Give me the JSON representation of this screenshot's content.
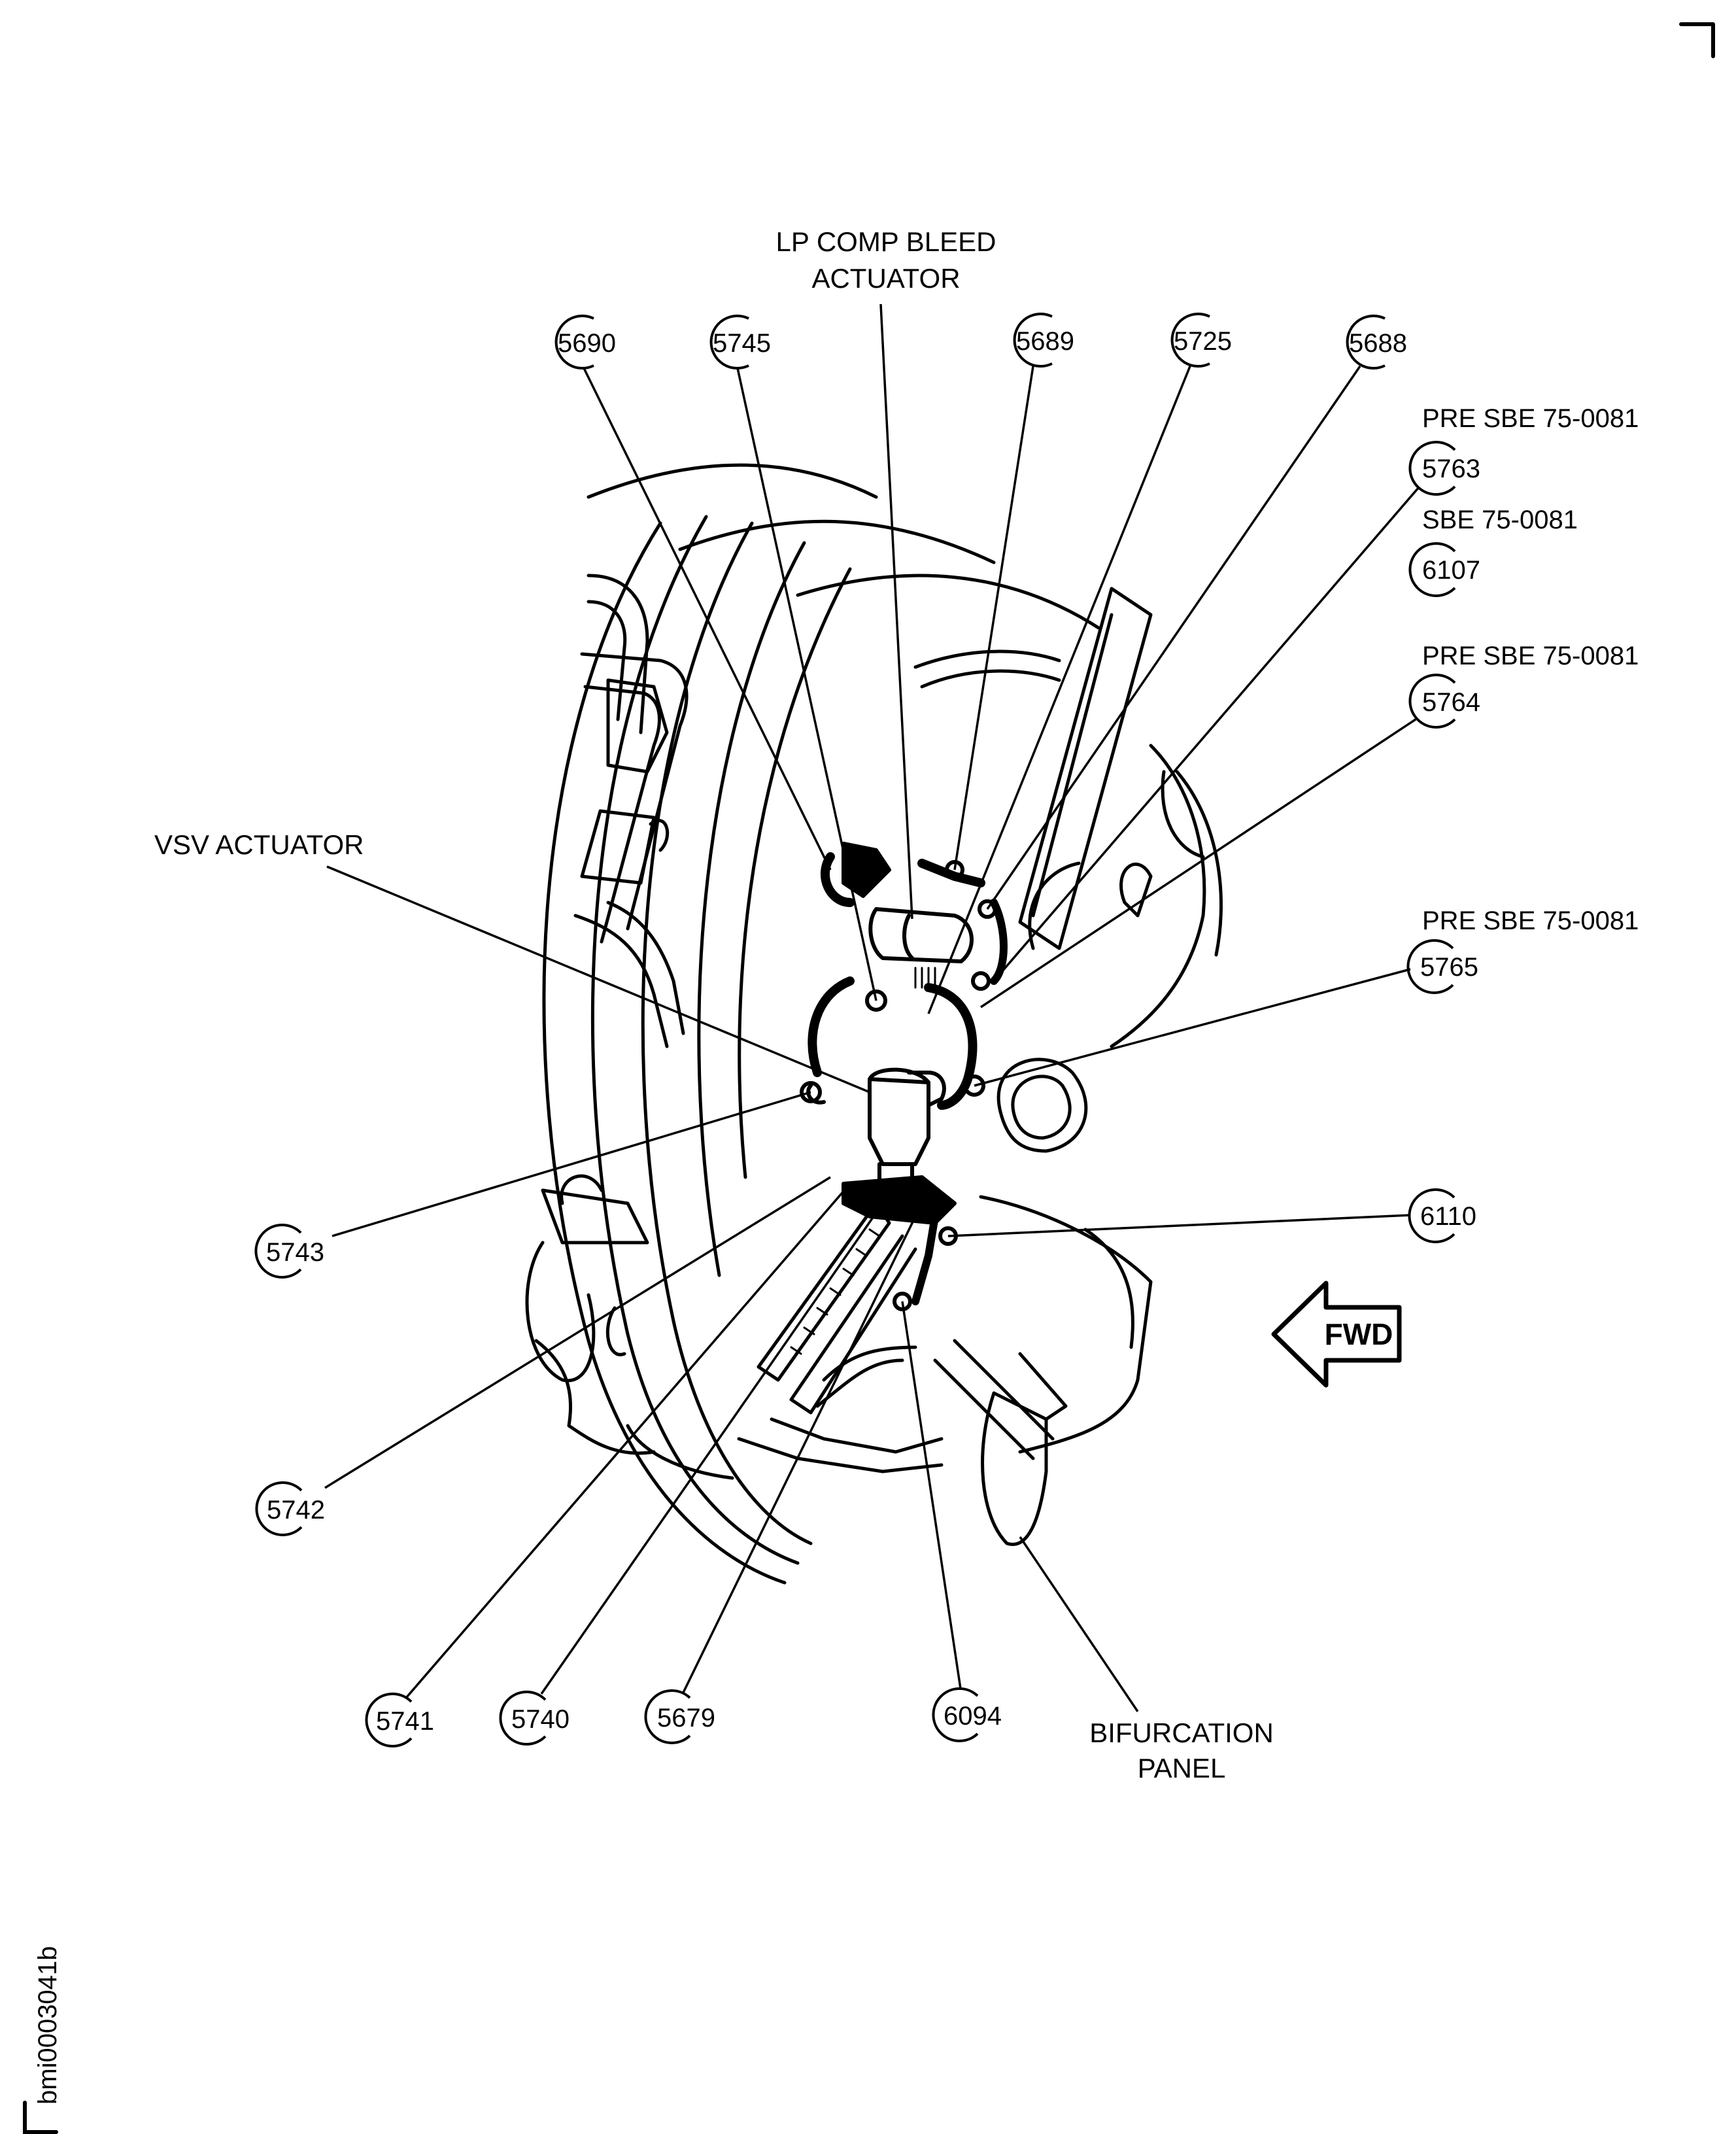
{
  "figure": {
    "document_id": "bmi0003041b",
    "orientation_arrow": {
      "label": "FWD",
      "direction": "left"
    }
  },
  "labels": {
    "lp_comp_bleed_actuator": [
      "LP COMP BLEED",
      "ACTUATOR"
    ],
    "vsv_actuator": "VSV ACTUATOR",
    "bifurcation_panel": [
      "BIFURCATION",
      "PANEL"
    ]
  },
  "effectivity_notes": {
    "n5763": "PRE SBE 75-0081",
    "n6107": "SBE 75-0081",
    "n5764": "PRE SBE 75-0081",
    "n5765": "PRE SBE 75-0081"
  },
  "callouts": {
    "top": [
      "5690",
      "5745",
      "5689",
      "5725",
      "5688"
    ],
    "right": [
      "5763",
      "6107",
      "5764",
      "5765",
      "6110"
    ],
    "left": [
      "5743",
      "5742"
    ],
    "bottom": [
      "5741",
      "5740",
      "5679",
      "6094"
    ]
  }
}
